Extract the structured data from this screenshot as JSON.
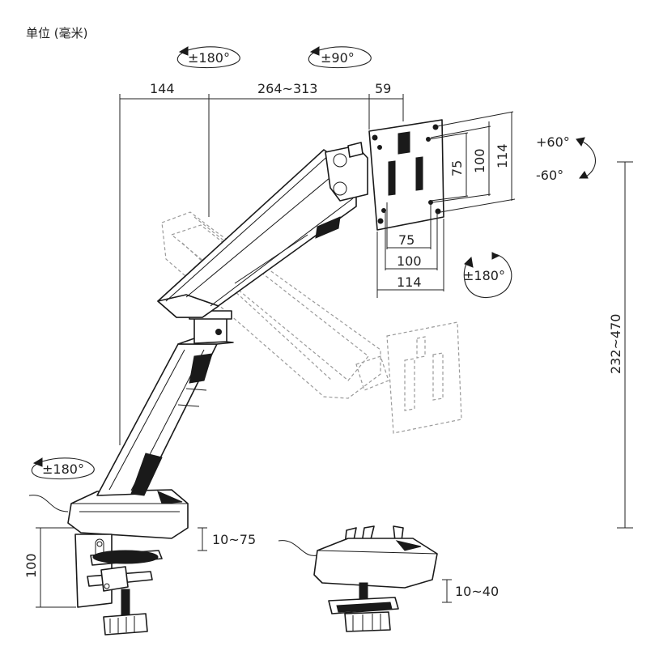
{
  "unit_label": "单位 (毫米)",
  "rotations": {
    "base": "±180°",
    "arm_joint": "±180°",
    "head_swivel": "±90°",
    "rotate_screen": "±180°",
    "tilt_up": "+60°",
    "tilt_down": "-60°"
  },
  "dimensions": {
    "reach_1": "144",
    "reach_2": "264~313",
    "reach_3": "59",
    "height_range": "232~470",
    "vesa_v_75": "75",
    "vesa_v_100": "100",
    "vesa_v_114": "114",
    "vesa_h_75": "75",
    "vesa_h_100": "100",
    "vesa_h_114": "114",
    "clamp_height": "100",
    "clamp_thickness": "10~75",
    "grommet_thickness": "10~40"
  }
}
